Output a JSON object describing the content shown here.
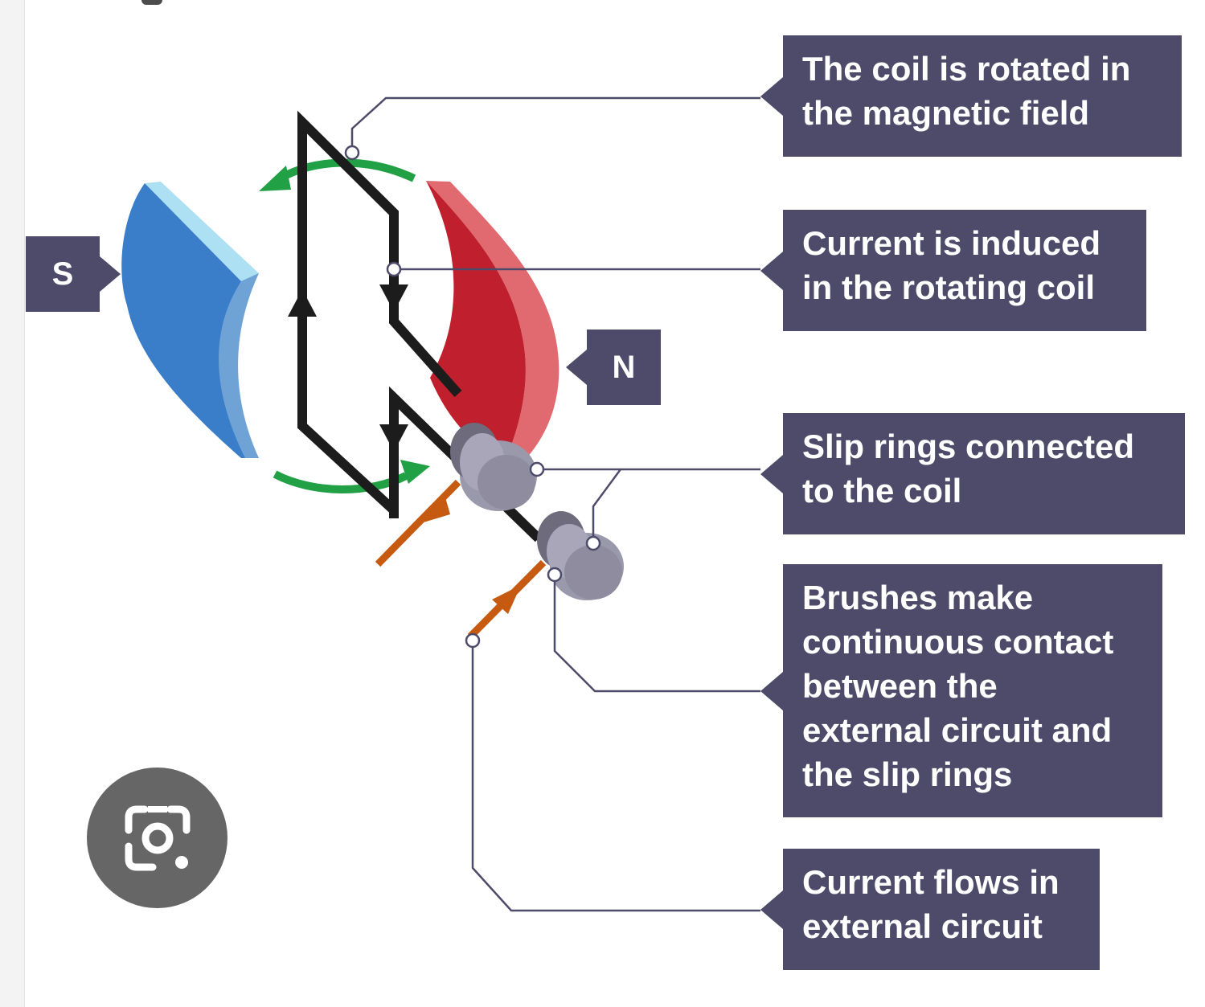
{
  "poles": {
    "south": "S",
    "north": "N"
  },
  "callouts": {
    "coil_rotated": {
      "lines": [
        "The coil is rotated in",
        "the magnetic field"
      ]
    },
    "current_induced": {
      "lines": [
        "Current is induced",
        "in the rotating coil"
      ]
    },
    "slip_rings": {
      "lines": [
        "Slip rings connected",
        "to the coil"
      ]
    },
    "brushes": {
      "lines": [
        "Brushes make",
        "continuous contact",
        "between the",
        "external circuit and",
        "the slip rings"
      ]
    },
    "current_flows": {
      "lines": [
        "Current flows in",
        "external circuit"
      ]
    }
  },
  "icons": {
    "lens": "lens-camera-icon"
  },
  "colors": {
    "callout_bg": "#4d4b69",
    "south_magnet": "#3a7dc9",
    "north_magnet": "#c0202e",
    "rotation_arrow": "#22a045",
    "current_arrow": "#c65a10",
    "coil": "#1c1c1c",
    "slip_ring": "#8e8c9e"
  }
}
